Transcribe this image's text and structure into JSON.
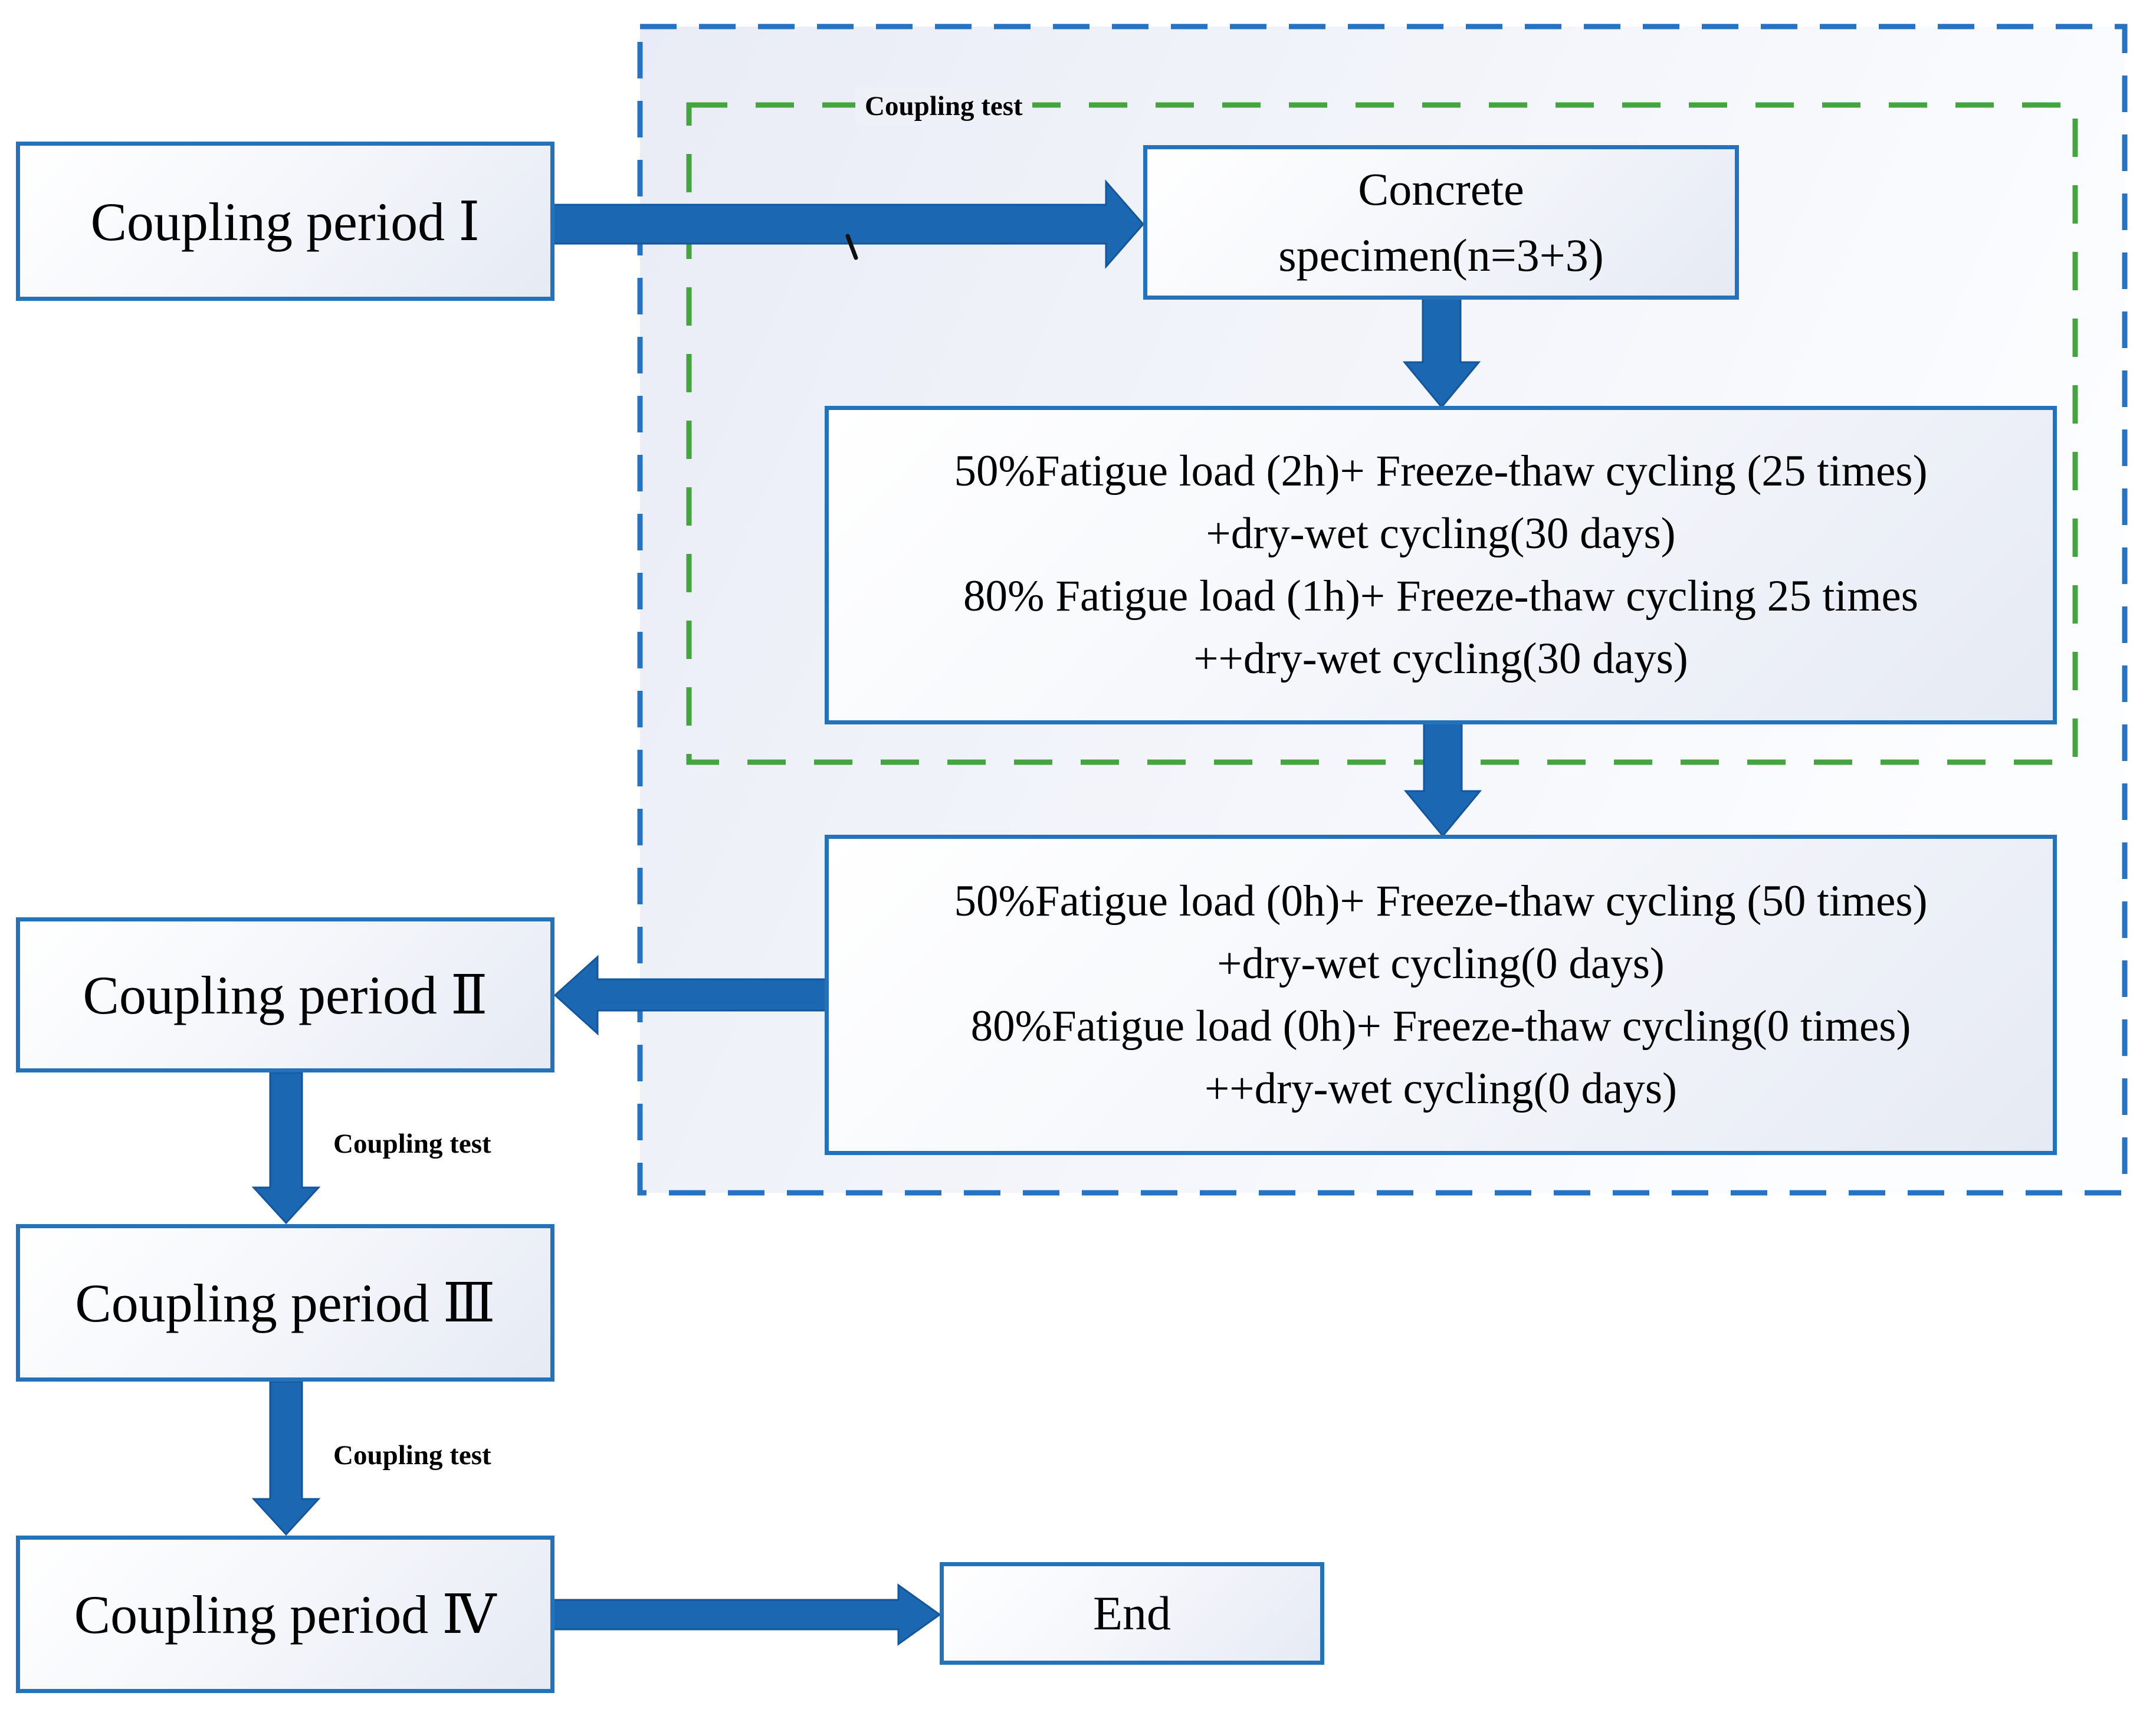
{
  "figure": {
    "type": "flowchart",
    "description": "Coupling test experimental procedure flowchart"
  },
  "colors": {
    "box_border_blue": "#2472ba",
    "outer_dashed_blue": "#2673c2",
    "inner_dashed_green": "#45a43f",
    "arrow_fill_blue": "#1b67b1",
    "arrow_stroke_blue": "#15569a",
    "container_fill_left": "#e9ecf6",
    "container_fill_right": "#fcfdff",
    "text_color": "#000000"
  },
  "boxes": {
    "period1": {
      "label": "Coupling period Ⅰ"
    },
    "period2": {
      "label": "Coupling period Ⅱ"
    },
    "period3": {
      "label": "Coupling period Ⅲ"
    },
    "period4": {
      "label": "Coupling period Ⅳ"
    },
    "concrete": {
      "line1": "Concrete",
      "line2": "specimen(n=3+3)"
    },
    "stage1": {
      "lines": [
        "50%Fatigue load (2h)+ Freeze-thaw cycling (25 times)",
        "+dry-wet cycling(30 days)",
        "80% Fatigue load (1h)+ Freeze-thaw cycling 25 times",
        "++dry-wet cycling(30 days)"
      ]
    },
    "stage2": {
      "lines": [
        "50%Fatigue load (0h)+ Freeze-thaw cycling (50 times)",
        "+dry-wet cycling(0 days)",
        "80%Fatigue load (0h)+ Freeze-thaw cycling(0 times)",
        "++dry-wet cycling(0 days)"
      ]
    },
    "end": {
      "label": "End"
    }
  },
  "labels": {
    "coupling_test_top": "Coupling test",
    "coupling_test_mid": "Coupling test",
    "coupling_test_bottom": "Coupling test",
    "stray_tick": "`"
  }
}
